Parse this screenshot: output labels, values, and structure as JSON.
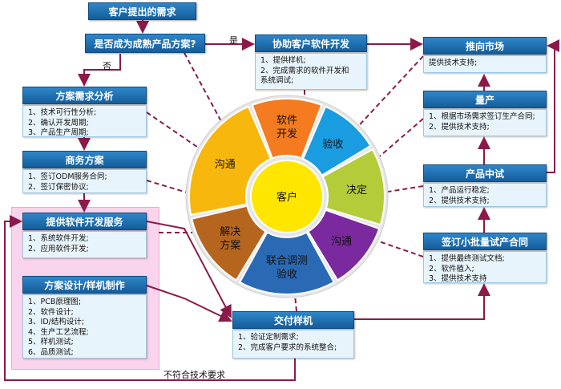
{
  "top": {
    "demand": "客户提出的需求",
    "question": "是否成为成熟产品方案?",
    "yes": "是",
    "no": "否"
  },
  "assist": {
    "title": "协助客户软件开发",
    "items": [
      "1、提供样机;",
      "2、完成需求的软件开发和",
      "系统调试;"
    ]
  },
  "market": {
    "title": "推向市场",
    "items": [
      "提供技术支持;"
    ]
  },
  "mass": {
    "title": "量产",
    "items": [
      "1、根据市场需求签订生产合同;",
      "2、提供技术支持;"
    ]
  },
  "trial": {
    "title": "产品中试",
    "items": [
      "1、产品运行稳定;",
      "2、提供技术支持;"
    ]
  },
  "small": {
    "title": "签订小批量试产合同",
    "items": [
      "1、提供最终测试文档;",
      "2、软件植入;",
      "3、提供技术支持"
    ]
  },
  "delivery": {
    "title": "交付样机",
    "items": [
      "1、验证定制需求;",
      "2、完成客户要求的系统整合;"
    ]
  },
  "analysis": {
    "title": "方案需求分析",
    "items": [
      "1、技术可行性分析;",
      "2、确认开发周期;",
      "3、产品生产周期;"
    ]
  },
  "business": {
    "title": "商务方案",
    "items": [
      "1、签订ODM服务合同;",
      "2、签订保密协议;"
    ]
  },
  "software": {
    "title": "提供软件开发服务",
    "items": [
      "1、系统软件开发;",
      "2、应用软件开发;"
    ]
  },
  "design": {
    "title": "方案设计/样机制作",
    "items": [
      "1、PCB原理图;",
      "2、软件设计;",
      "3、ID/结构设计;",
      "4、生产工艺流程;",
      "5、样机测试;",
      "6、品质测试;"
    ]
  },
  "fail_label": "不符合技术要求",
  "wheel": {
    "center": "客户",
    "segments": [
      {
        "label": [
          "软件",
          "开发"
        ],
        "color": "#f47b20"
      },
      {
        "label": [
          "验收"
        ],
        "color": "#1a9ce0"
      },
      {
        "label": [
          "决定"
        ],
        "color": "#b5cc3a"
      },
      {
        "label": [
          "沟通"
        ],
        "color": "#7a2a9e"
      },
      {
        "label": [
          "联合调测",
          "验收"
        ],
        "color": "#2a6ab5"
      },
      {
        "label": [
          "解决",
          "方案"
        ],
        "color": "#b6651f"
      },
      {
        "label": [
          "沟通"
        ],
        "color": "#f7b70c"
      }
    ],
    "hub_color": "#ffe600"
  },
  "colors": {
    "connector": "#8b1a4a",
    "dashed": "#8b1a4a"
  }
}
